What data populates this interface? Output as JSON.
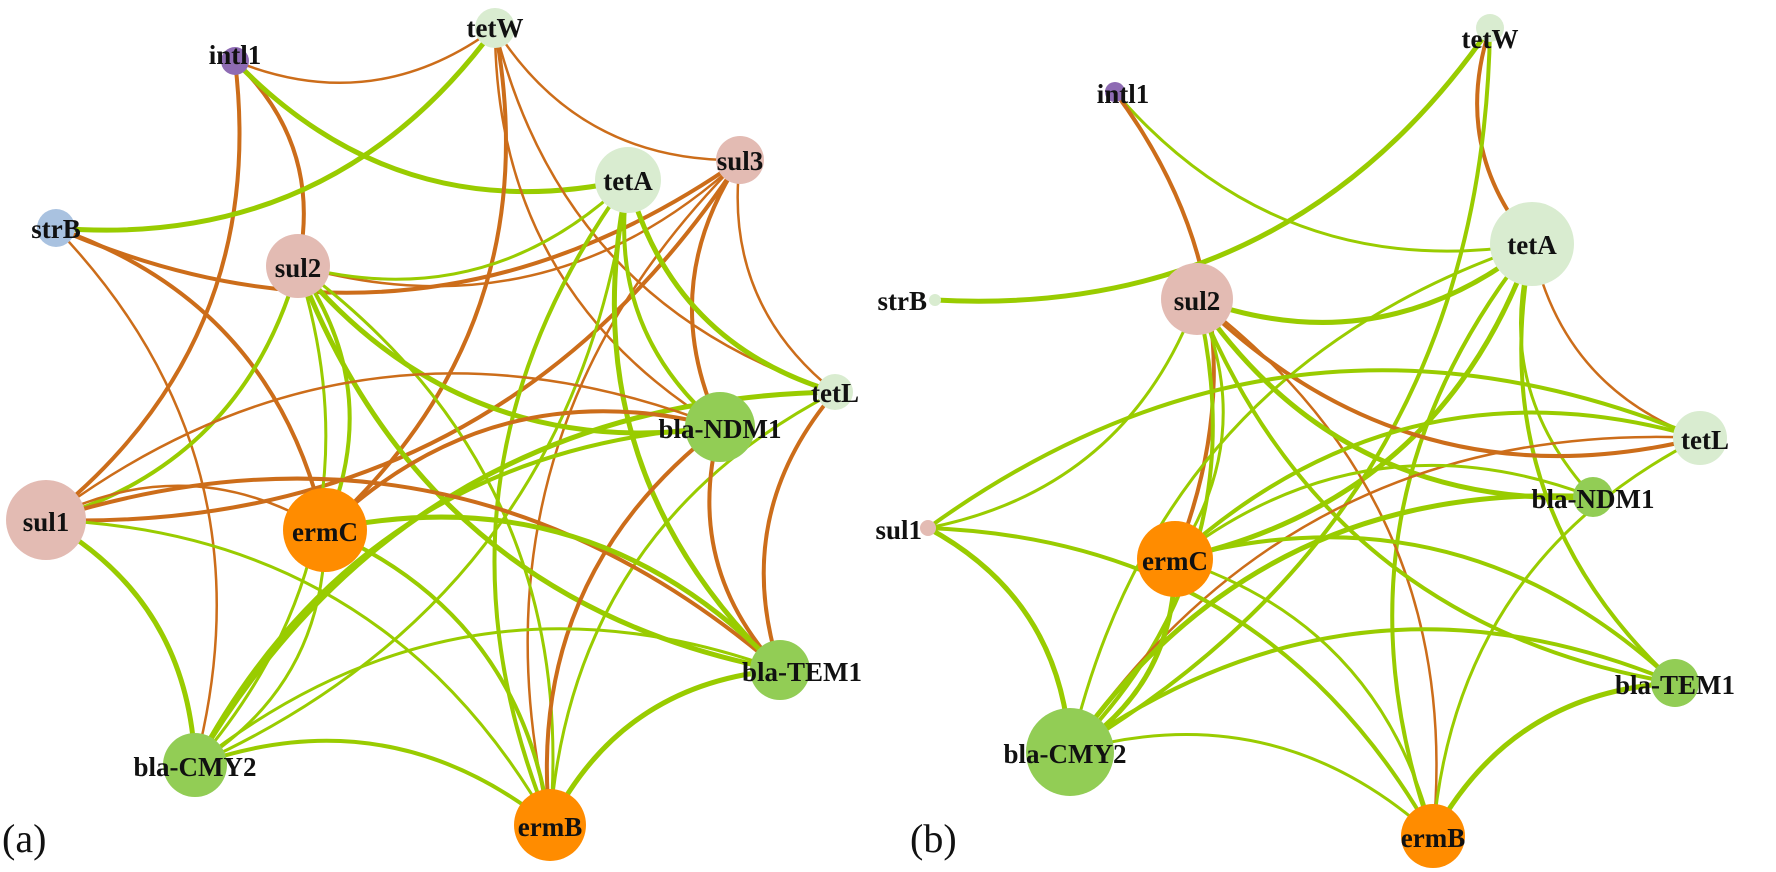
{
  "colors": {
    "edge_positive": "#99cc00",
    "edge_negative": "#cc6d1a"
  },
  "panels": [
    {
      "id": "a",
      "label": "(a)",
      "nodes": [
        {
          "id": "intl1",
          "label": "intl1",
          "color": "#8e6bb3"
        },
        {
          "id": "tetW",
          "label": "tetW",
          "color": "#d9ecd0"
        },
        {
          "id": "sul3",
          "label": "sul3",
          "color": "#e3bbb3"
        },
        {
          "id": "tetA",
          "label": "tetA",
          "color": "#d9ecd0"
        },
        {
          "id": "strB",
          "label": "strB",
          "color": "#a9c2e0"
        },
        {
          "id": "sul2",
          "label": "sul2",
          "color": "#e3bbb3"
        },
        {
          "id": "tetL",
          "label": "tetL",
          "color": "#d9ecd0"
        },
        {
          "id": "blaNDM1",
          "label": "bla-NDM1",
          "color": "#92cd55"
        },
        {
          "id": "sul1",
          "label": "sul1",
          "color": "#e3bbb3"
        },
        {
          "id": "ermC",
          "label": "ermC",
          "color": "#ff8c00"
        },
        {
          "id": "blaTEM1",
          "label": "bla-TEM1",
          "color": "#92cd55"
        },
        {
          "id": "blaCMY2",
          "label": "bla-CMY2",
          "color": "#92cd55"
        },
        {
          "id": "ermB",
          "label": "ermB",
          "color": "#ff8c00"
        }
      ],
      "edges": [
        [
          "intl1",
          "tetW",
          "neg"
        ],
        [
          "intl1",
          "sul2",
          "neg"
        ],
        [
          "intl1",
          "tetA",
          "pos"
        ],
        [
          "intl1",
          "sul1",
          "neg"
        ],
        [
          "tetW",
          "sul3",
          "neg"
        ],
        [
          "tetW",
          "strB",
          "pos"
        ],
        [
          "tetW",
          "blaNDM1",
          "neg"
        ],
        [
          "tetW",
          "ermC",
          "neg"
        ],
        [
          "tetW",
          "tetL",
          "neg"
        ],
        [
          "sul3",
          "strB",
          "neg"
        ],
        [
          "sul3",
          "sul2",
          "neg"
        ],
        [
          "sul3",
          "blaNDM1",
          "neg"
        ],
        [
          "sul3",
          "tetL",
          "neg"
        ],
        [
          "sul3",
          "sul1",
          "neg"
        ],
        [
          "sul3",
          "ermB",
          "neg"
        ],
        [
          "tetA",
          "sul2",
          "pos"
        ],
        [
          "tetA",
          "blaNDM1",
          "pos"
        ],
        [
          "tetA",
          "blaTEM1",
          "pos"
        ],
        [
          "tetA",
          "blaCMY2",
          "pos"
        ],
        [
          "tetA",
          "ermB",
          "pos"
        ],
        [
          "tetA",
          "tetL",
          "pos"
        ],
        [
          "strB",
          "ermC",
          "neg"
        ],
        [
          "strB",
          "blaCMY2",
          "neg"
        ],
        [
          "sul2",
          "blaNDM1",
          "pos"
        ],
        [
          "sul2",
          "blaCMY2",
          "pos"
        ],
        [
          "sul2",
          "ermC",
          "pos"
        ],
        [
          "sul2",
          "blaTEM1",
          "pos"
        ],
        [
          "sul2",
          "ermB",
          "pos"
        ],
        [
          "sul2",
          "sul1",
          "pos"
        ],
        [
          "tetL",
          "blaCMY2",
          "pos"
        ],
        [
          "tetL",
          "ermB",
          "pos"
        ],
        [
          "tetL",
          "blaTEM1",
          "neg"
        ],
        [
          "blaNDM1",
          "sul1",
          "neg"
        ],
        [
          "blaNDM1",
          "ermB",
          "neg"
        ],
        [
          "blaNDM1",
          "blaCMY2",
          "pos"
        ],
        [
          "blaNDM1",
          "blaTEM1",
          "neg"
        ],
        [
          "sul1",
          "ermC",
          "neg"
        ],
        [
          "sul1",
          "blaTEM1",
          "neg"
        ],
        [
          "sul1",
          "blaCMY2",
          "pos"
        ],
        [
          "sul1",
          "ermB",
          "pos"
        ],
        [
          "ermC",
          "ermB",
          "pos"
        ],
        [
          "ermC",
          "blaTEM1",
          "pos"
        ],
        [
          "ermC",
          "blaCMY2",
          "pos"
        ],
        [
          "ermC",
          "blaNDM1",
          "neg"
        ],
        [
          "blaTEM1",
          "ermB",
          "pos"
        ],
        [
          "blaTEM1",
          "blaCMY2",
          "pos"
        ],
        [
          "blaCMY2",
          "ermB",
          "pos"
        ]
      ]
    },
    {
      "id": "b",
      "label": "(b)",
      "nodes": [
        {
          "id": "intl1",
          "label": "intl1",
          "color": "#8e6bb3"
        },
        {
          "id": "tetW",
          "label": "tetW",
          "color": "#d9ecd0"
        },
        {
          "id": "tetA",
          "label": "tetA",
          "color": "#d9ecd0"
        },
        {
          "id": "strB",
          "label": "strB",
          "color": "#d9ecd0"
        },
        {
          "id": "sul2",
          "label": "sul2",
          "color": "#e3bbb3"
        },
        {
          "id": "tetL",
          "label": "tetL",
          "color": "#d9ecd0"
        },
        {
          "id": "blaNDM1",
          "label": "bla-NDM1",
          "color": "#92cd55"
        },
        {
          "id": "sul1",
          "label": "sul1",
          "color": "#e3bbb3"
        },
        {
          "id": "ermC",
          "label": "ermC",
          "color": "#ff8c00"
        },
        {
          "id": "blaTEM1",
          "label": "bla-TEM1",
          "color": "#92cd55"
        },
        {
          "id": "blaCMY2",
          "label": "bla-CMY2",
          "color": "#92cd55"
        },
        {
          "id": "ermB",
          "label": "ermB",
          "color": "#ff8c00"
        }
      ],
      "edges": [
        [
          "intl1",
          "tetA",
          "pos"
        ],
        [
          "intl1",
          "ermC",
          "neg"
        ],
        [
          "tetW",
          "strB",
          "pos"
        ],
        [
          "tetW",
          "tetA",
          "neg"
        ],
        [
          "tetW",
          "blaCMY2",
          "pos"
        ],
        [
          "tetA",
          "sul2",
          "pos"
        ],
        [
          "tetA",
          "blaCMY2",
          "pos"
        ],
        [
          "tetA",
          "ermB",
          "pos"
        ],
        [
          "tetA",
          "tetL",
          "neg"
        ],
        [
          "tetA",
          "blaNDM1",
          "pos"
        ],
        [
          "tetA",
          "blaTEM1",
          "pos"
        ],
        [
          "tetA",
          "ermC",
          "pos"
        ],
        [
          "sul2",
          "ermC",
          "pos"
        ],
        [
          "sul2",
          "blaCMY2",
          "pos"
        ],
        [
          "sul2",
          "ermB",
          "neg"
        ],
        [
          "sul2",
          "tetL",
          "neg"
        ],
        [
          "sul2",
          "blaTEM1",
          "pos"
        ],
        [
          "sul2",
          "blaNDM1",
          "pos"
        ],
        [
          "sul2",
          "sul1",
          "pos"
        ],
        [
          "tetL",
          "ermC",
          "pos"
        ],
        [
          "tetL",
          "blaCMY2",
          "neg"
        ],
        [
          "tetL",
          "ermB",
          "pos"
        ],
        [
          "tetL",
          "sul1",
          "pos"
        ],
        [
          "blaNDM1",
          "blaCMY2",
          "pos"
        ],
        [
          "blaNDM1",
          "ermC",
          "pos"
        ],
        [
          "sul1",
          "ermB",
          "pos"
        ],
        [
          "sul1",
          "blaCMY2",
          "pos"
        ],
        [
          "ermC",
          "ermB",
          "pos"
        ],
        [
          "ermC",
          "blaTEM1",
          "pos"
        ],
        [
          "ermC",
          "blaCMY2",
          "pos"
        ],
        [
          "blaCMY2",
          "ermB",
          "pos"
        ],
        [
          "blaCMY2",
          "blaTEM1",
          "pos"
        ],
        [
          "blaTEM1",
          "ermB",
          "pos"
        ]
      ]
    }
  ]
}
